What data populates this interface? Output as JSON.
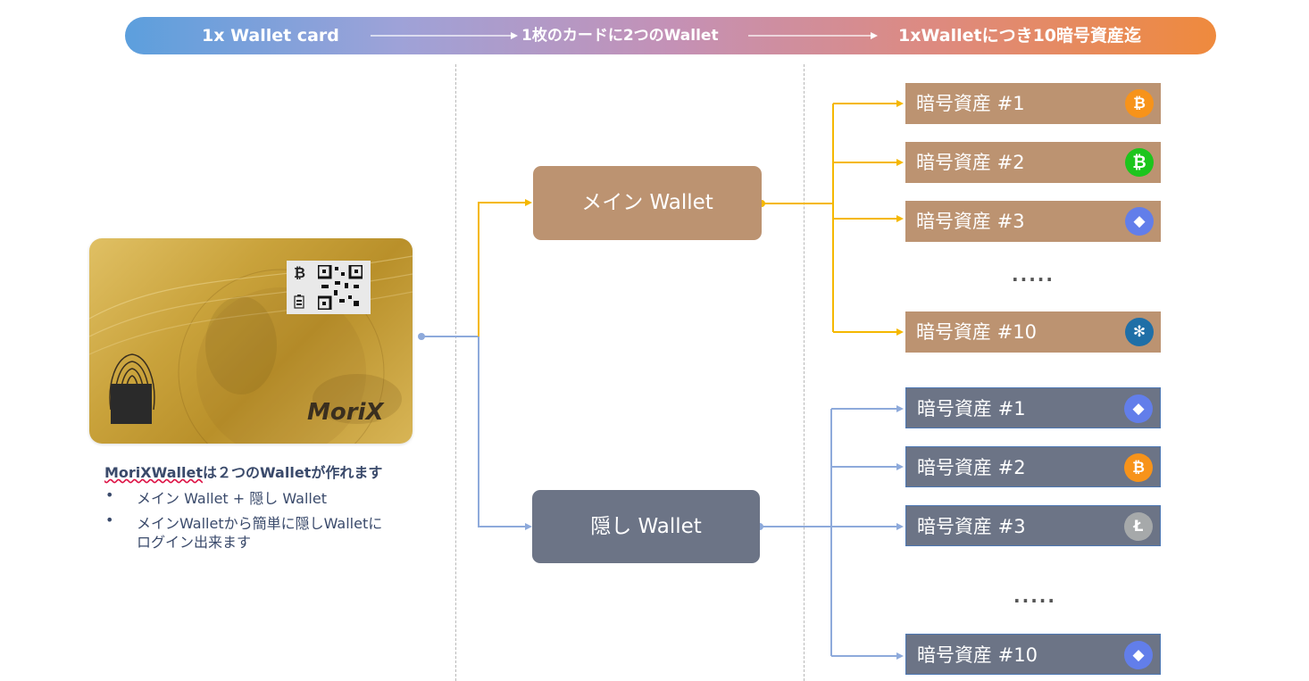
{
  "banner": {
    "step1": "1x Wallet card",
    "step2": "1枚のカードに2つのWallet",
    "step3": "1xWalletにつき10暗号資産迄"
  },
  "card": {
    "brand": "MoriX",
    "bitcoin_symbol": "₿"
  },
  "notes": {
    "title_brand": "MoriXWallet",
    "title_rest": "は２つのWalletが作れます",
    "bullet_mark": "•",
    "bullet1": "メイン Wallet + 隠し Wallet",
    "bullet2_line1": "メインWalletから簡単に隠しWalletに",
    "bullet2_line2": "ログイン出来ます"
  },
  "wallets": {
    "main": {
      "label": "メイン Wallet",
      "color": "#bc9371"
    },
    "hidden": {
      "label": "隠し Wallet",
      "color": "#6c7486"
    }
  },
  "main_assets": [
    {
      "label": "暗号資産 #1",
      "icon": "bitcoin-icon",
      "glyph": "₿",
      "color": "#f7931a"
    },
    {
      "label": "暗号資産 #2",
      "icon": "bitcoin-cash-icon",
      "glyph": "₿",
      "color": "#1dc51d"
    },
    {
      "label": "暗号資産 #3",
      "icon": "ethereum-icon",
      "glyph": "◆",
      "color": "#627eea"
    },
    {
      "label": "暗号資産 #10",
      "icon": "ripple-icon",
      "glyph": "✻",
      "color": "#1f6fa7"
    }
  ],
  "hidden_assets": [
    {
      "label": "暗号資産 #1",
      "icon": "ethereum-icon",
      "glyph": "◆",
      "color": "#627eea"
    },
    {
      "label": "暗号資産 #2",
      "icon": "bitcoin-icon",
      "glyph": "₿",
      "color": "#f7931a"
    },
    {
      "label": "暗号資産 #3",
      "icon": "litecoin-icon",
      "glyph": "Ł",
      "color": "#a6a9aa"
    },
    {
      "label": "暗号資産 #10",
      "icon": "ethereum-icon",
      "glyph": "◆",
      "color": "#627eea"
    }
  ],
  "ellipsis": ".....",
  "colors": {
    "main_line": "#f5b800",
    "hidden_line": "#8eaadb"
  }
}
